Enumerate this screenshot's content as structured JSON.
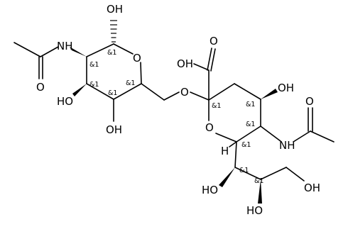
{
  "molecule": {
    "atom_labels": {
      "oh_anomeric": "OH",
      "nh_left": "NH",
      "o_acetyl_left": "O",
      "ho_c3": "HO",
      "o_ring_left": "O",
      "oh_c4": "OH",
      "o_linker": "O",
      "cooh": "OH",
      "oh_c4_sialic": "OH",
      "o_acetyl_right": "O",
      "nh_right": "NH",
      "o_ring_right": "O",
      "h_c6": "H",
      "ho_c7": "HO",
      "ho_c8": "HO",
      "oh_c9": "OH"
    },
    "stereo_marks": {
      "c1": "&1",
      "c2": "&1",
      "c3": "&1",
      "c4": "&1",
      "c5": "&1",
      "s_c2": "&1",
      "s_c4": "&1",
      "s_c5": "&1",
      "s_c6": "&1",
      "s_c7": "&1",
      "s_c8": "&1"
    }
  }
}
